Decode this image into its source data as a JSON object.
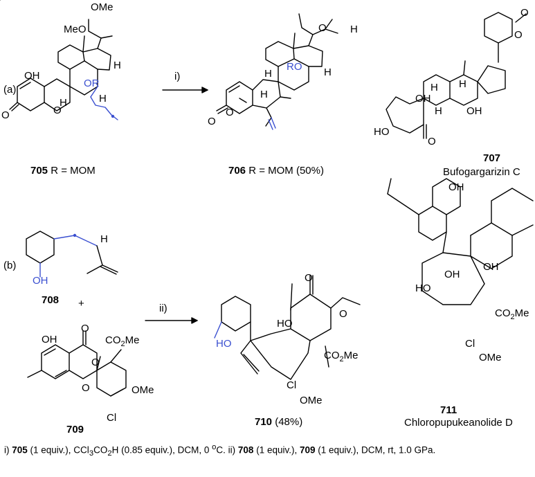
{
  "panels": {
    "a": {
      "tag": "(a)",
      "reagent": "i)",
      "compounds": [
        {
          "id": "705",
          "label": " R = MOM",
          "name": ""
        },
        {
          "id": "706",
          "label": " R = MOM (50%)",
          "name": ""
        },
        {
          "id": "707",
          "label": "",
          "name": "Bufogargarizin C"
        }
      ]
    },
    "b": {
      "tag": "(b)",
      "reagent": "ii)",
      "plus": "+",
      "compounds": [
        {
          "id": "708",
          "label": "",
          "name": ""
        },
        {
          "id": "709",
          "label": "",
          "name": ""
        },
        {
          "id": "710",
          "label": " (48%)",
          "name": ""
        },
        {
          "id": "711",
          "label": "",
          "name": "Chloropupukeanolide D"
        }
      ]
    }
  },
  "atoms": {
    "OMe": "OMe",
    "MeO": "MeO",
    "OH": "OH",
    "OR": "OR",
    "RO": "RO",
    "H": "H",
    "O": "O",
    "HO": "HO",
    "CO2Me": "CO2Me",
    "Cl": "Cl"
  },
  "colors": {
    "ink": "#000000",
    "highlight": "#3a4fd0"
  },
  "caption": {
    "p1": "i) ",
    "b1": "705",
    "p2": " (1 equiv.), CCl",
    "s1": "3",
    "p3": "CO",
    "s2": "2",
    "p4": "H (0.85 equiv.), DCM, 0 ",
    "sup": "o",
    "p5": "C. ii) ",
    "b2": "708",
    "p6": " (1 equiv.), ",
    "b3": "709",
    "p7": " (1 equiv.), DCM, rt, 1.0 GPa."
  }
}
